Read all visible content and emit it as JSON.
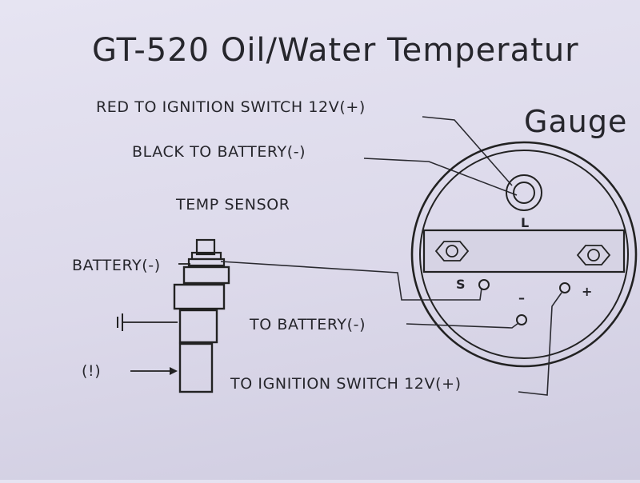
{
  "title": "GT-520 Oil/Water Temperatur",
  "subtitle": "Gauge",
  "labels": {
    "red_wire": "RED TO IGNITION SWITCH 12V(+)",
    "black_wire": "BLACK TO BATTERY(-)",
    "temp_sensor": "TEMP SENSOR",
    "sensor_battery": "BATTERY(-)",
    "to_battery": "TO BATTERY(-)",
    "to_ignition": "TO IGNITION SWITCH 12V(+)",
    "caution": "(!)"
  },
  "terminals": {
    "lamp": "L",
    "sender": "S",
    "negative": "–",
    "positive": "+"
  },
  "colors": {
    "ink": "#2a2a30",
    "paper": "#dcd9ea"
  }
}
